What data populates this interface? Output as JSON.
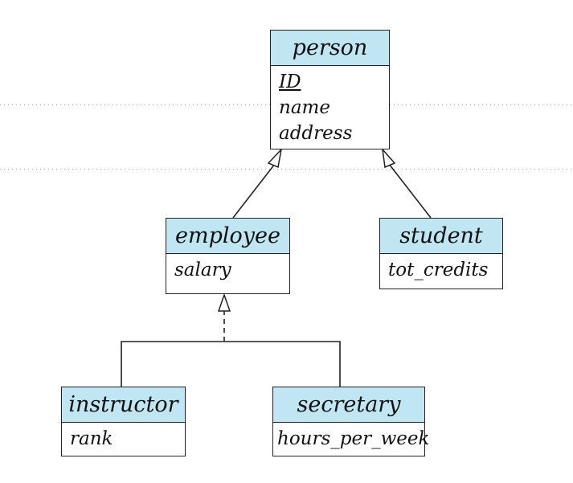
{
  "diagram": {
    "entities": {
      "person": {
        "name": "person",
        "attributes": [
          {
            "text": "ID",
            "key": true
          },
          {
            "text": "name",
            "key": false
          },
          {
            "text": "address",
            "key": false
          }
        ]
      },
      "employee": {
        "name": "employee",
        "attributes": [
          {
            "text": "salary",
            "key": false
          }
        ]
      },
      "student": {
        "name": "student",
        "attributes": [
          {
            "text": "tot_credits",
            "key": false
          }
        ]
      },
      "instructor": {
        "name": "instructor",
        "attributes": [
          {
            "text": "rank",
            "key": false
          }
        ]
      },
      "secretary": {
        "name": "secretary",
        "attributes": [
          {
            "text": "hours_per_week",
            "key": false
          }
        ]
      }
    },
    "colors": {
      "entity_header": "#bfe6f2",
      "border": "#222222",
      "grid_dots": "#9a9a9a"
    }
  }
}
